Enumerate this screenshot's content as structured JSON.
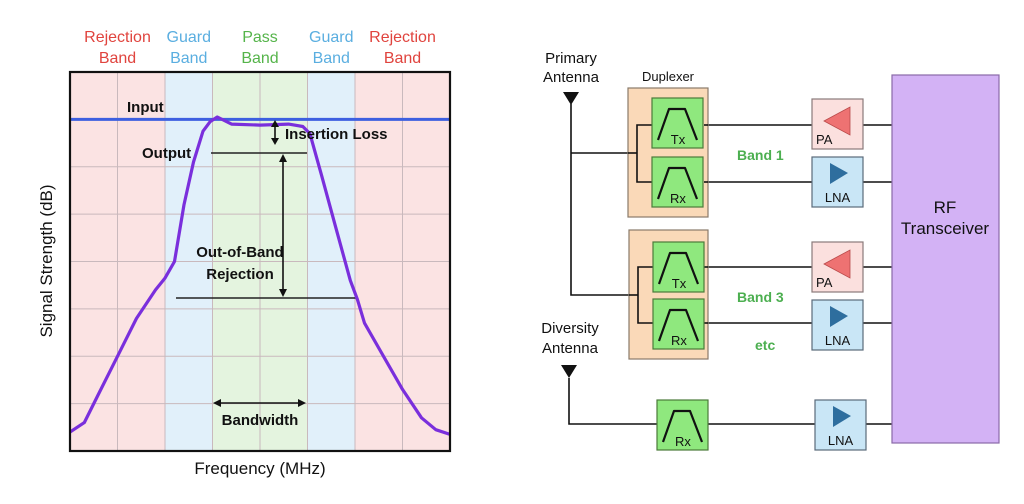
{
  "left_panel": {
    "title": "Filter response",
    "bands": [
      {
        "label_line1": "Rejection",
        "label_line2": "Band",
        "kind": "rejection",
        "from": 0,
        "to": 2
      },
      {
        "label_line1": "Guard",
        "label_line2": "Band",
        "kind": "guard",
        "from": 2,
        "to": 3
      },
      {
        "label_line1": "Pass",
        "label_line2": "Band",
        "kind": "pass",
        "from": 3,
        "to": 5
      },
      {
        "label_line1": "Guard",
        "label_line2": "Band",
        "kind": "guard",
        "from": 5,
        "to": 6
      },
      {
        "label_line1": "Rejection",
        "label_line2": "Band",
        "kind": "rejection",
        "from": 6,
        "to": 8
      }
    ],
    "band_colors": {
      "rejection": {
        "fill": "#fbe3e3",
        "text": "#e0443e"
      },
      "guard": {
        "fill": "#e1f0fa",
        "text": "#5aaee0"
      },
      "pass": {
        "fill": "#e4f4df",
        "text": "#55b44a"
      }
    },
    "xlabel": "Frequency (MHz)",
    "ylabel": "Signal Strength (dB)",
    "input_label": "Input",
    "output_label": "Output",
    "insertion_loss_label": "Insertion Loss",
    "oob_label_line1": "Out-of-Band",
    "oob_label_line2": "Rejection",
    "bandwidth_label": "Bandwidth",
    "colors": {
      "input": "#3d5fe0",
      "output": "#7a2fdc",
      "grid": "#c9b9bd",
      "frame": "#111111"
    }
  },
  "chart_data": {
    "type": "line",
    "title": "",
    "xlabel": "Frequency (MHz)",
    "ylabel": "Signal Strength (dB)",
    "x_units": "grid divisions",
    "y_units": "grid divisions",
    "xlim": [
      0,
      8
    ],
    "ylim": [
      0,
      8
    ],
    "grid": true,
    "series": [
      {
        "name": "Input",
        "x": [
          0,
          8
        ],
        "y": [
          7,
          7
        ]
      },
      {
        "name": "Output",
        "x": [
          0,
          0.3,
          0.6,
          1.0,
          1.4,
          1.8,
          2.0,
          2.2,
          2.4,
          2.6,
          2.8,
          2.95,
          3.1,
          3.4,
          4.0,
          4.6,
          4.9,
          5.05,
          5.3,
          5.6,
          5.9,
          6.05,
          6.2,
          6.6,
          7.0,
          7.4,
          7.7,
          8.0
        ],
        "y": [
          0.4,
          0.6,
          1.2,
          2.0,
          2.8,
          3.4,
          3.65,
          4.0,
          5.2,
          6.1,
          6.75,
          6.95,
          7.05,
          6.9,
          6.88,
          6.9,
          6.85,
          6.7,
          5.8,
          4.7,
          3.6,
          3.2,
          2.7,
          2.0,
          1.3,
          0.7,
          0.45,
          0.35
        ]
      }
    ],
    "annotations": {
      "pass_band_x": [
        3,
        5
      ],
      "guard_band_x": [
        [
          2,
          3
        ],
        [
          5,
          6
        ]
      ],
      "rejection_band_x": [
        [
          0,
          2
        ],
        [
          6,
          8
        ]
      ],
      "output_peak_level": 6.2,
      "rejection_level": 3.15,
      "insertion_loss_from": 7.0,
      "insertion_loss_to": 6.9
    }
  },
  "right_panel": {
    "primary_antenna_line1": "Primary",
    "primary_antenna_line2": "Antenna",
    "diversity_antenna_line1": "Diversity",
    "diversity_antenna_line2": "Antenna",
    "duplexer_label": "Duplexer",
    "tx_label": "Tx",
    "rx_label": "Rx",
    "pa_label": "PA",
    "lna_label": "LNA",
    "band1_label": "Band 1",
    "band3_label": "Band 3",
    "etc_label": "etc",
    "transceiver_line1": "RF",
    "transceiver_line2": "Transceiver",
    "colors": {
      "duplexer": "#fad9b8",
      "filter": "#8fe87e",
      "pa_box": "#fbe0de",
      "pa_triangle": "#ee7272",
      "lna_box": "#c9e6f6",
      "lna_triangle": "#2e6e9e",
      "transceiver": "#d3b2f5",
      "band_text": "#4caf50"
    }
  }
}
